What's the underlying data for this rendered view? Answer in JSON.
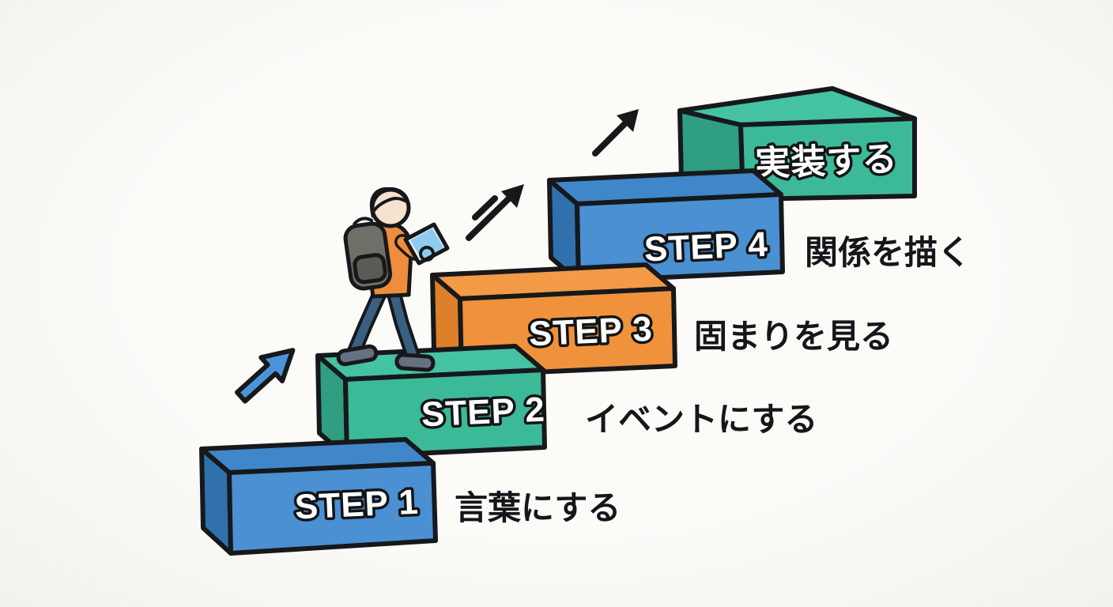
{
  "background": "#faf9f6",
  "steps": [
    {
      "label": "STEP 1",
      "caption": "言葉にする",
      "face": "#4a90d2",
      "top": "#3f87c8",
      "side": "#3071ad"
    },
    {
      "label": "STEP 2",
      "caption": "イベントにする",
      "face": "#3cba97",
      "top": "#45c2a1",
      "side": "#2f9e81"
    },
    {
      "label": "STEP 3",
      "caption": "固まりを見る",
      "face": "#f0923c",
      "top": "#f29a46",
      "side": "#dd7f2b"
    },
    {
      "label": "STEP 4",
      "caption": "関係を描く",
      "face": "#4a90d2",
      "top": "#3f87c8",
      "side": "#3071ad"
    }
  ],
  "goal": {
    "label": "実装する",
    "face": "#3cba97",
    "top": "#45c2a1",
    "side": "#2f9e81"
  },
  "person": {
    "jacket": "#ef8d3c",
    "backpack": "#6e6f66",
    "backpack_pocket": "#5a5b53",
    "pants": "#3a5f80",
    "shoes": "#667080",
    "skin": "#f6e3cf",
    "hair": "#2d3c52",
    "tablet_frame": "#e9f0f4",
    "tablet_screen": "#8ecbee"
  },
  "arrows": {
    "start": "#4b94dc",
    "ink": "#17181a"
  }
}
